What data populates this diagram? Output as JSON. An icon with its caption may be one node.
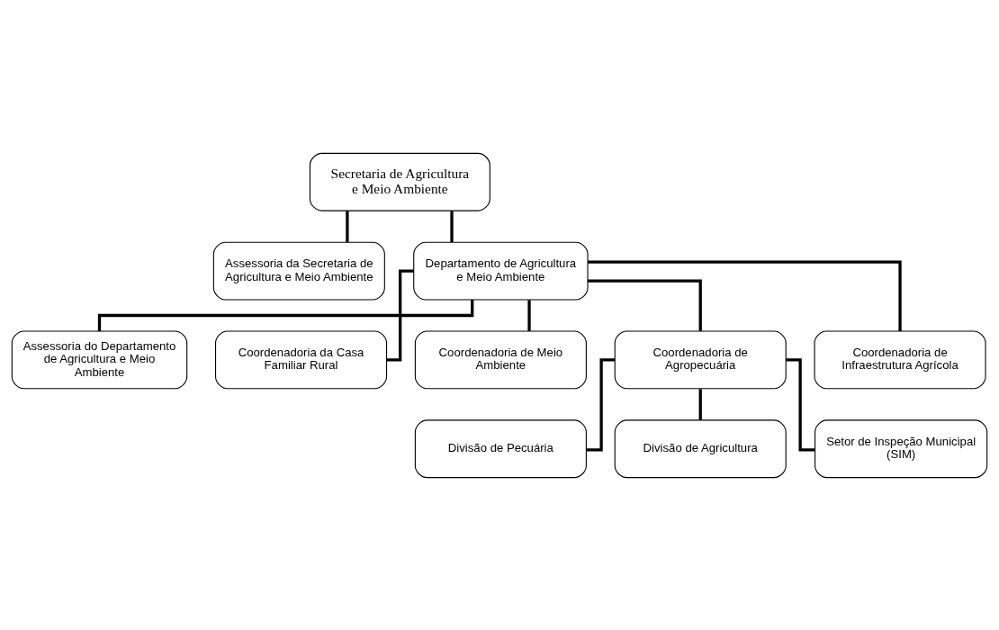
{
  "diagram": {
    "nodes": [
      {
        "text": [
          "Secretaria de Agricultura e Meio Ambiente"
        ]
      },
      {
        "text": [
          "Assessoria da Secretaria de Agricultura e Meio Ambiente"
        ]
      },
      {
        "text": [
          "Departamento de Agricultura e Meio Ambiente"
        ]
      },
      {
        "text": [
          "Assessoria do Departamento de Agricultura e Meio Ambiente"
        ]
      },
      {
        "text": [
          "Coordenadoria da Casa Familiar Rural"
        ]
      },
      {
        "text": [
          "Coordenadoria de Meio Ambiente"
        ]
      },
      {
        "text": [
          "Coordenadoria de Agropecuária"
        ]
      },
      {
        "text": [
          "Coordenadoria de Infraestrutura Agrícola"
        ]
      },
      {
        "text": [
          "Divisão de Pecuária"
        ]
      },
      {
        "text": [
          "Divisão de Agricultura"
        ]
      },
      {
        "text": [
          "Setor de Inspeção Municipal (SIM)"
        ]
      }
    ],
    "edges": [
      {
        "from": 0,
        "to": 1,
        "arrow": "none"
      },
      {
        "from": 0,
        "to": 2,
        "arrow": "none"
      },
      {
        "from": 2,
        "to": 3,
        "arrow": "none"
      },
      {
        "from": 2,
        "to": 4,
        "arrow": "none"
      },
      {
        "from": 2,
        "to": 5,
        "arrow": "none"
      },
      {
        "from": 2,
        "to": 6,
        "arrow": "none"
      },
      {
        "from": 2,
        "to": 7,
        "arrow": "none"
      },
      {
        "from": 6,
        "to": 8,
        "arrow": "none"
      },
      {
        "from": 6,
        "to": 9,
        "arrow": "none"
      },
      {
        "from": 6,
        "to": 10,
        "arrow": "none"
      }
    ]
  }
}
